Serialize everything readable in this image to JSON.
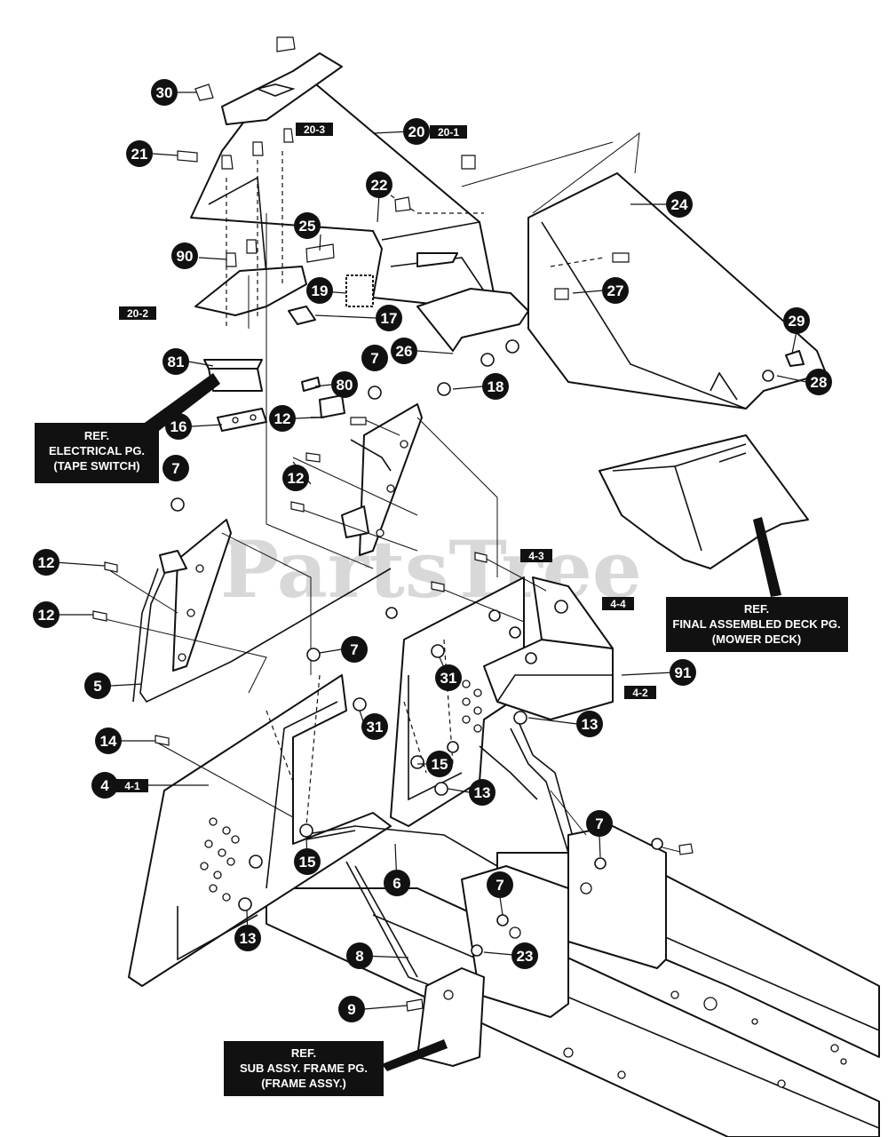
{
  "watermark": {
    "text": "PartsTree",
    "trademark": "™"
  },
  "callouts": [
    "30",
    "21",
    "25",
    "22",
    "20",
    "24",
    "90",
    "19",
    "17",
    "27",
    "29",
    "26",
    "18",
    "28",
    "81",
    "7",
    "80",
    "12",
    "16",
    "7",
    "12",
    "12",
    "12",
    "5",
    "7",
    "31",
    "91",
    "31",
    "13",
    "14",
    "15",
    "4",
    "13",
    "15",
    "6",
    "7",
    "7",
    "23",
    "8",
    "13",
    "9"
  ],
  "tags": [
    "20-3",
    "20-1",
    "20-2",
    "4-3",
    "4-4",
    "4-2",
    "4-1"
  ],
  "references": {
    "electrical": [
      "REF.",
      "ELECTRICAL PG.",
      "(TAPE SWITCH)"
    ],
    "deck": [
      "REF.",
      "FINAL ASSEMBLED DECK PG.",
      "(MOWER DECK)"
    ],
    "frame": [
      "REF.",
      "SUB ASSY. FRAME PG.",
      "(FRAME ASSY.)"
    ]
  },
  "colors": {
    "ink": "#111111",
    "paper": "#ffffff",
    "watermark": "#d8d8d8"
  }
}
